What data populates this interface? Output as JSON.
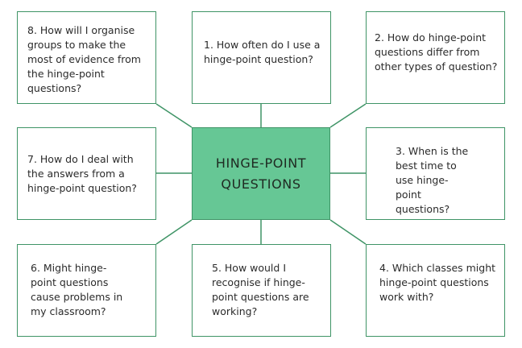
{
  "colors": {
    "border": "#3f9466",
    "center_fill": "#66c795",
    "connector": "#3f9466"
  },
  "center": {
    "line1": "HINGE-POINT",
    "line2": "QUESTIONS"
  },
  "questions": [
    {
      "id": "q1",
      "text": "1. How often do I use a hinge-point question?"
    },
    {
      "id": "q2",
      "text": "2. How do hinge-point questions differ from other types of question?"
    },
    {
      "id": "q3",
      "text": "3. When is the best time to use hinge-point questions?"
    },
    {
      "id": "q4",
      "text": "4. Which classes might hinge-point questions work with?"
    },
    {
      "id": "q5",
      "text": "5. How would I recognise if hinge-point questions are working?"
    },
    {
      "id": "q6",
      "text": "6. Might hinge-point questions cause problems in my classroom?"
    },
    {
      "id": "q7",
      "text": "7. How do I deal with the answers from a hinge-point question?"
    },
    {
      "id": "q8",
      "text": "8. How will I organise groups to make the most of evidence from the hinge-point questions?"
    }
  ]
}
